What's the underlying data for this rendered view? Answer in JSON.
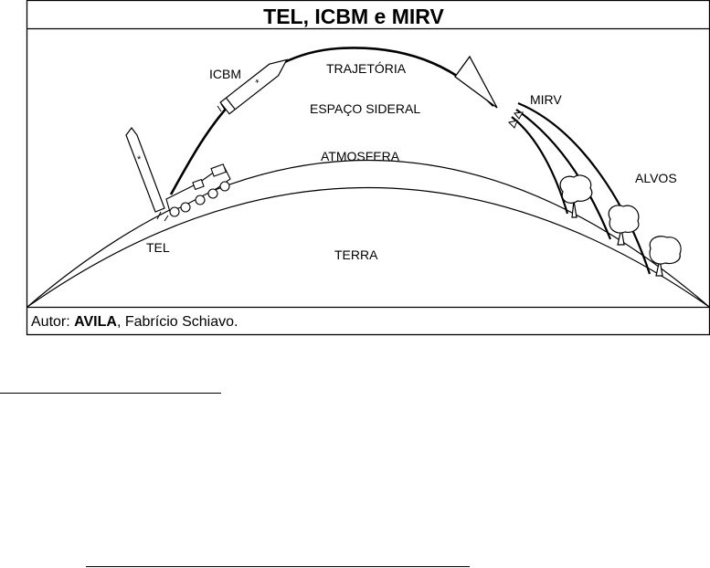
{
  "figure": {
    "title": "TEL, ICBM e MIRV",
    "labels": {
      "icbm": "ICBM",
      "trajectory": "TRAJETÓRIA",
      "space": "ESPAÇO SIDERAL",
      "mirv": "MIRV",
      "atmosphere": "ATMOSFERA",
      "targets": "ALVOS",
      "tel": "TEL",
      "earth": "TERRA"
    },
    "author": {
      "prefix": "Autor: ",
      "surname": "AVILA",
      "given": ", Fabrício Schiavo."
    }
  }
}
